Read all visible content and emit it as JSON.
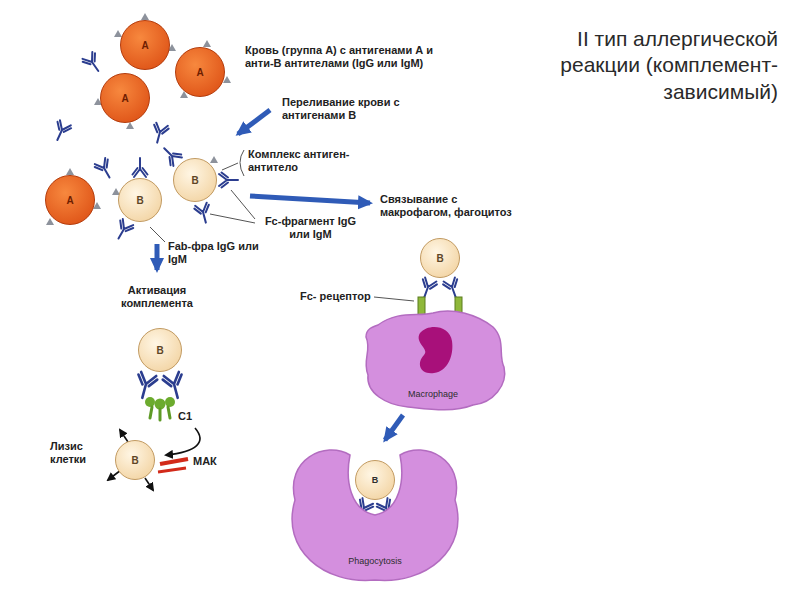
{
  "diagram": {
    "title": "II тип аллергической реакции (комплемент- зависимый)",
    "nodes": [
      {
        "text": [
          "A"
        ]
      },
      {
        "text": [
          "A"
        ]
      },
      {
        "text": [
          "A"
        ]
      },
      {
        "text": [
          "A"
        ]
      },
      {
        "text": [
          "B"
        ]
      },
      {
        "text": [
          "B"
        ]
      },
      {
        "text": [
          "B"
        ]
      },
      {
        "text": [
          "B"
        ]
      },
      {
        "text": [
          "Macrophage"
        ]
      },
      {
        "text": [
          "B"
        ]
      },
      {
        "text": [
          "Phagocytosis"
        ]
      },
      {
        "text": [
          "B"
        ],
        "in": 10
      }
    ],
    "edges": [
      {
        "from": 8,
        "to": 10,
        "arrow": "to"
      }
    ],
    "labels": [
      "Кровь (группа А) с антигенами А и анти-В антителами (IgG или IgM)",
      "Переливание крови с антигенами В",
      "Комплекс антиген- антитело",
      "Связывание с макрофагом, фагоцитоз",
      "Fc-фрагмент IgG или IgM",
      "Fab-фра IgG или IgM",
      "Активация комплемента",
      "Fc- рецептор",
      "C1",
      "Лизис клетки",
      "МАК"
    ]
  }
}
